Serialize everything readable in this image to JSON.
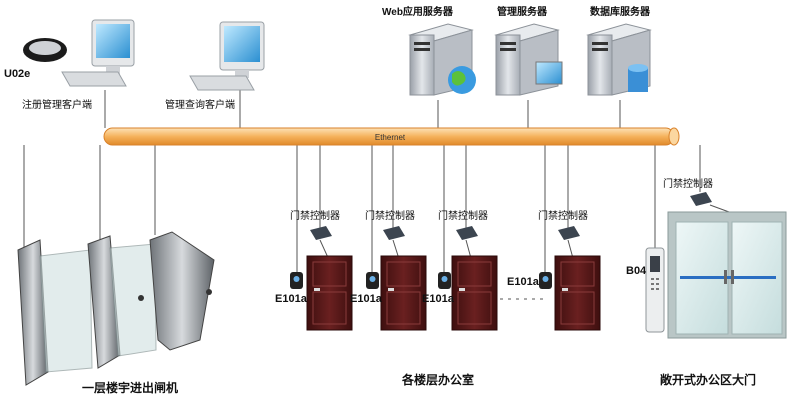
{
  "servers": {
    "web": "Web应用服务器",
    "mgmt": "管理服务器",
    "db": "数据库服务器"
  },
  "clients": {
    "reader": "U02e",
    "register": "注册管理客户端",
    "query": "管理查询客户端"
  },
  "network": {
    "bus": "Ethernet"
  },
  "offices": {
    "controller_label": "门禁控制器",
    "reader_label": "E101a",
    "caption": "各楼层办公室"
  },
  "gates": {
    "caption": "一层楼宇进出闸机"
  },
  "lobby": {
    "controller_label": "门禁控制器",
    "reader_label": "B04",
    "caption": "敞开式办公区大门"
  },
  "colors": {
    "bus_fill": "#f7c27a",
    "bus_stroke": "#d9822b",
    "door_wood": "#5a1a1a",
    "glass": "#d8eaea",
    "server_gray": "#c9ccd1"
  }
}
